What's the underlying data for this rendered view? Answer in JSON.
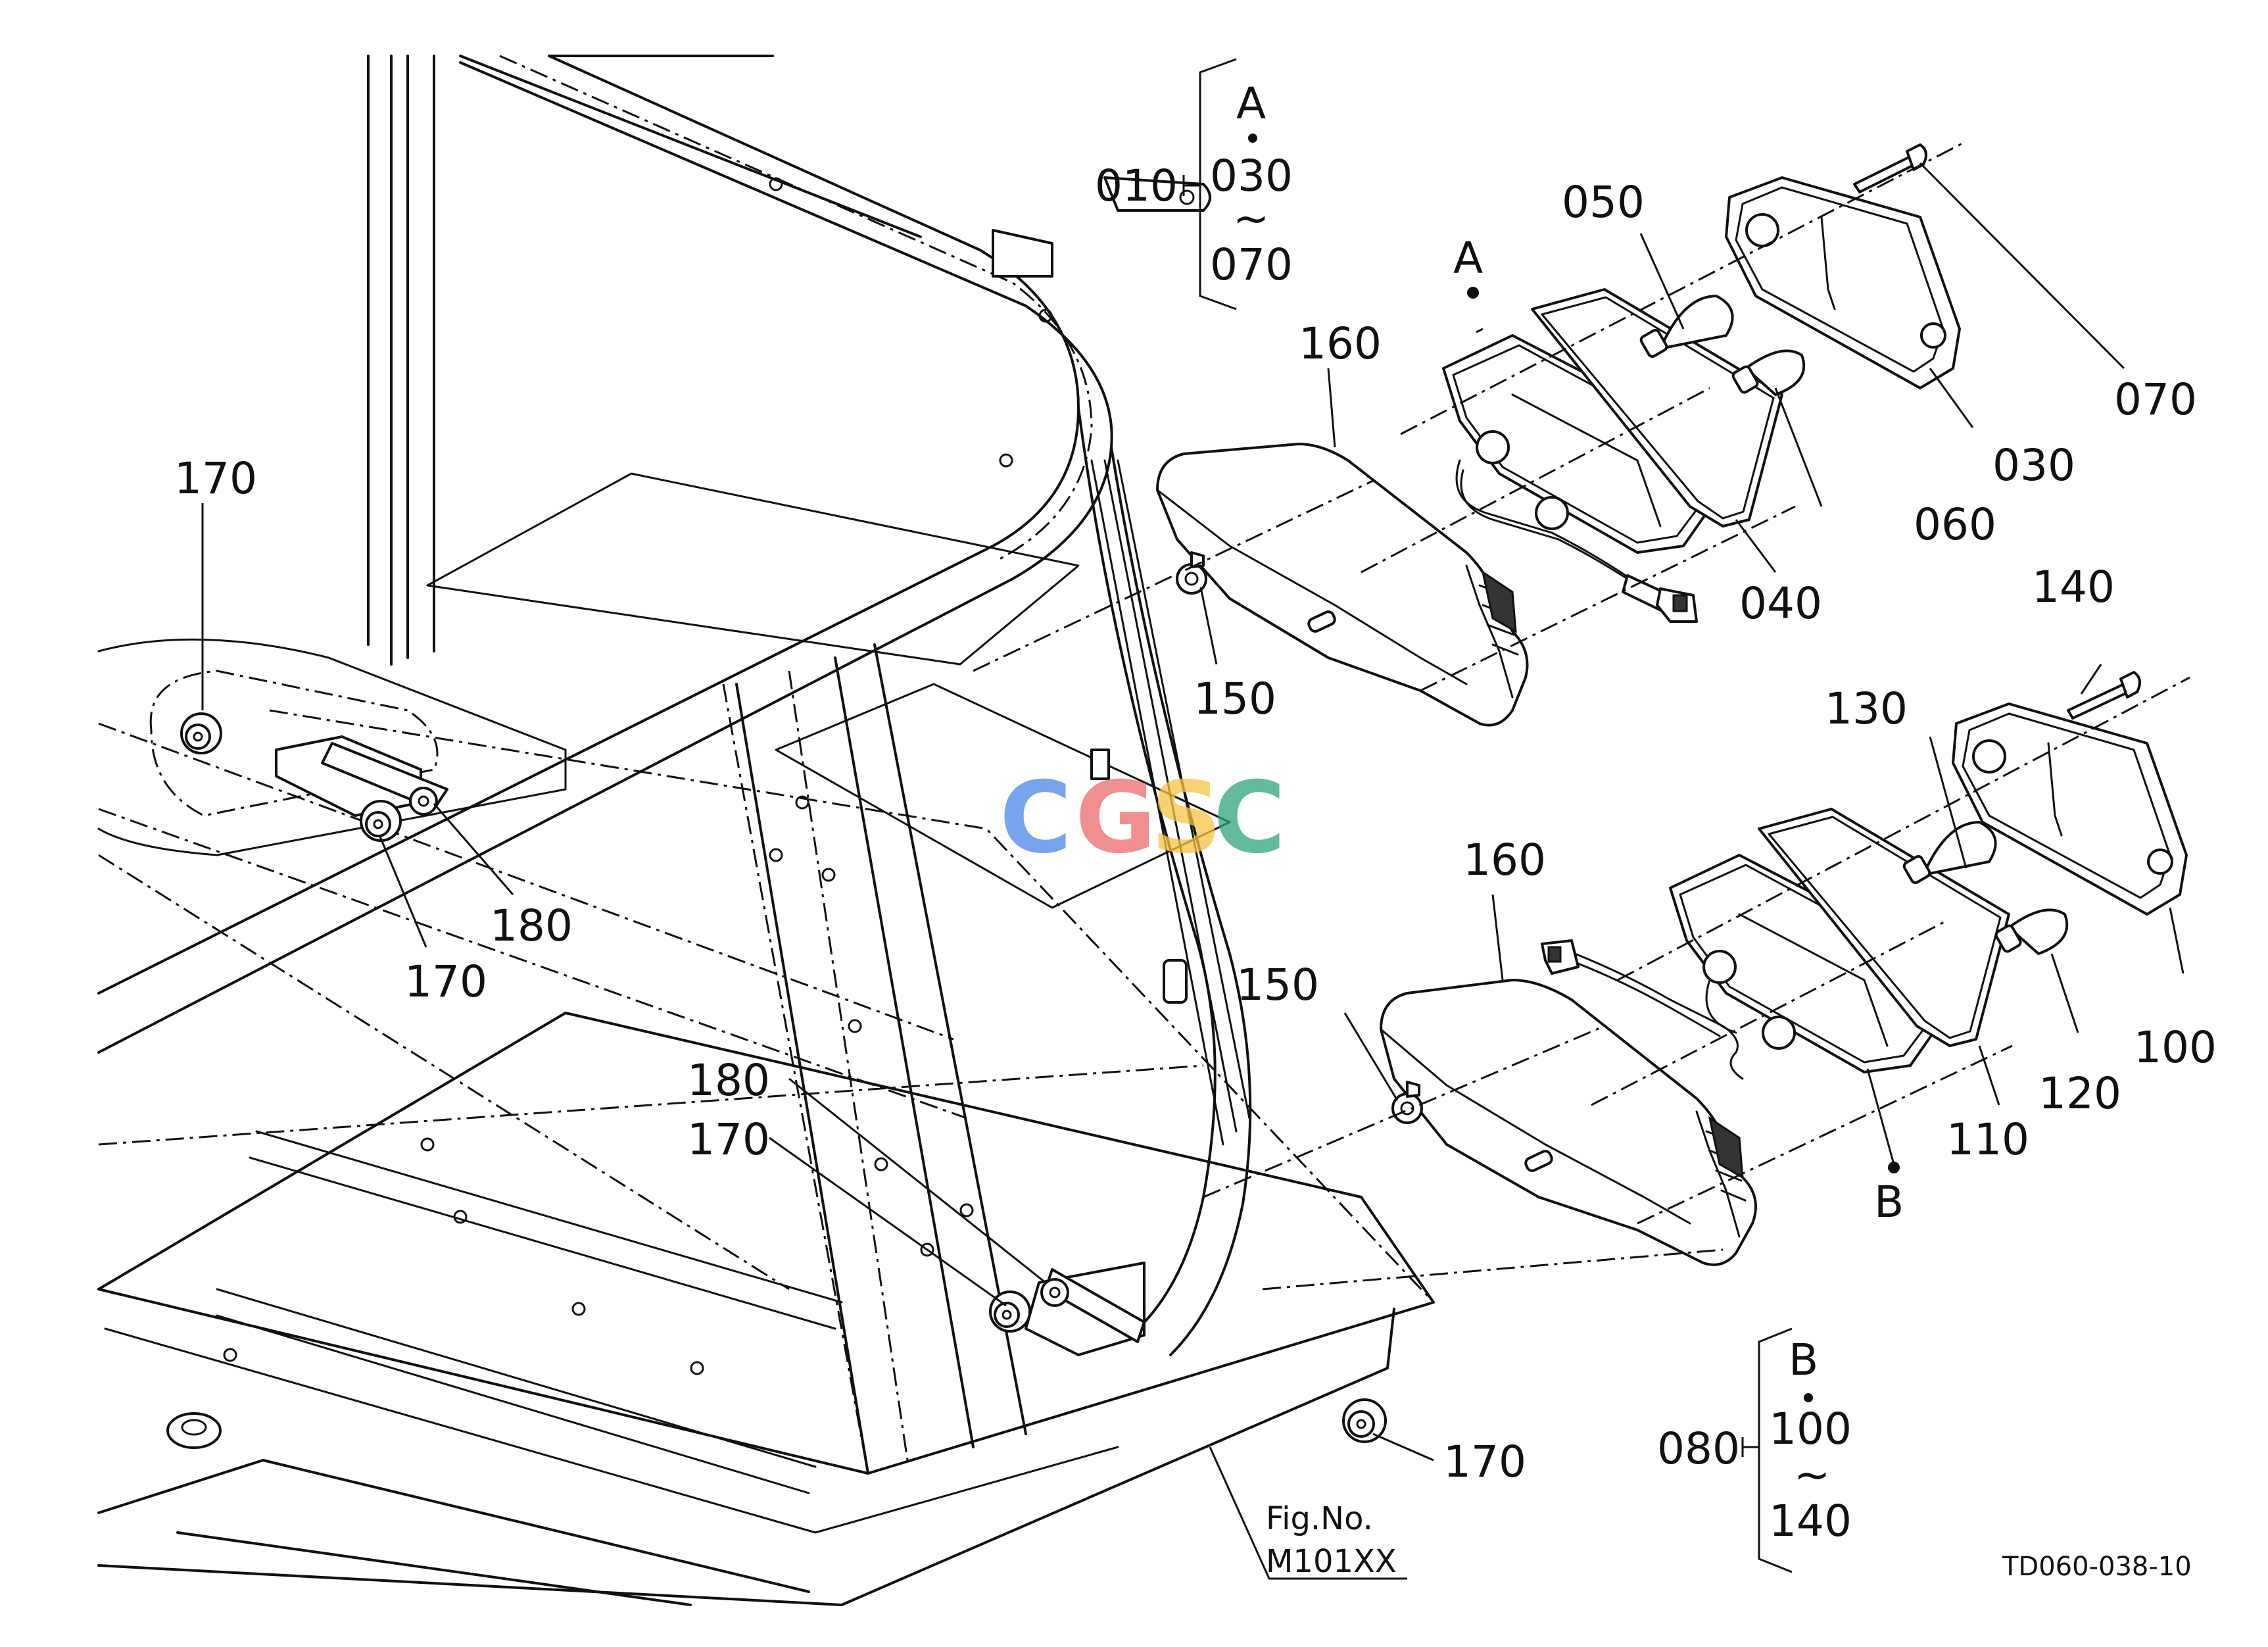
{
  "labels": {
    "group_a_ref": "010",
    "group_a_marker": "A",
    "group_a_from": "030",
    "group_a_tilde": "~",
    "group_a_to": "070",
    "group_b_ref": "080",
    "group_b_marker": "B",
    "group_b_from": "100",
    "group_b_tilde": "~",
    "group_b_to": "140",
    "marker_a": "A",
    "marker_b": "B",
    "p030": "030",
    "p040": "040",
    "p050": "050",
    "p060": "060",
    "p070": "070",
    "p100": "100",
    "p110": "110",
    "p120": "120",
    "p130": "130",
    "p140": "140",
    "p150": "150",
    "p160": "160",
    "p170": "170",
    "p180": "180",
    "fig_ref_title": "Fig.No.",
    "fig_ref_code": "M101XX",
    "drawing_code": "TD060-038-10"
  },
  "watermark": {
    "letters": [
      "C",
      "G",
      "S",
      "C"
    ],
    "colors": [
      "#4a86e8",
      "#ea6a6a",
      "#f6c443",
      "#2fa37e"
    ]
  }
}
